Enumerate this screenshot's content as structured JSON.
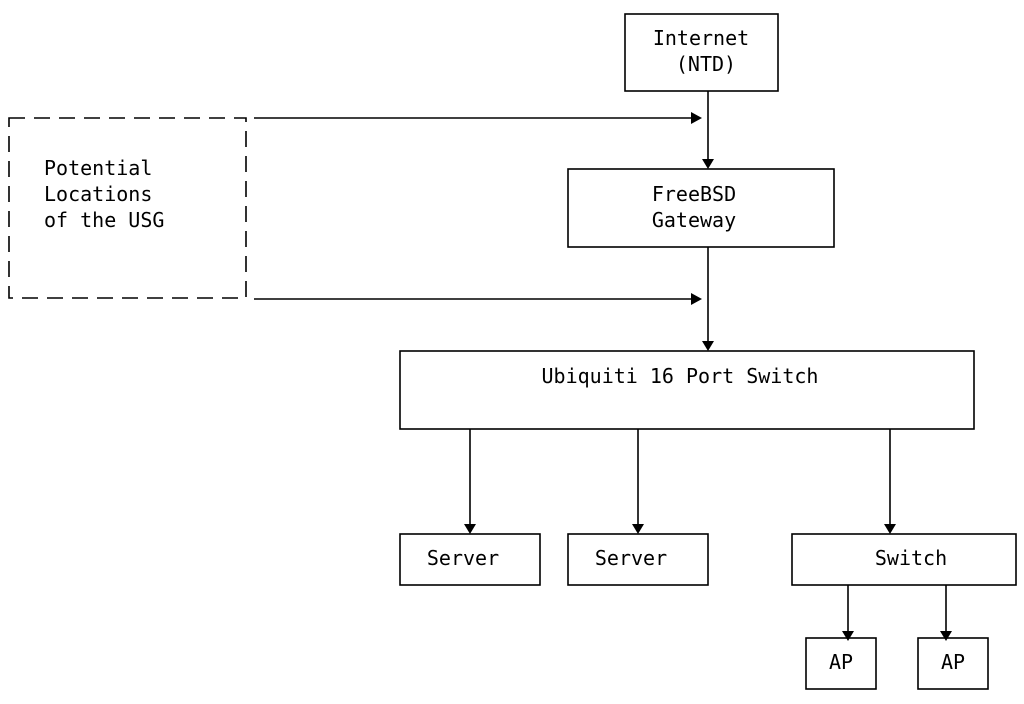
{
  "nodes": {
    "internet": {
      "line1": "Internet",
      "line2": "(NTD)"
    },
    "gateway": {
      "line1": "FreeBSD",
      "line2": "Gateway"
    },
    "usg": {
      "line1": "Potential",
      "line2": "Locations",
      "line3": "of the USG"
    },
    "core_switch": {
      "label": "Ubiquiti 16 Port Switch"
    },
    "server_1": {
      "label": "Server"
    },
    "server_2": {
      "label": "Server"
    },
    "switch": {
      "label": "Switch"
    },
    "ap_1": {
      "label": "AP"
    },
    "ap_2": {
      "label": "AP"
    }
  },
  "colors": {
    "stroke": "#000000",
    "background": "#ffffff"
  }
}
